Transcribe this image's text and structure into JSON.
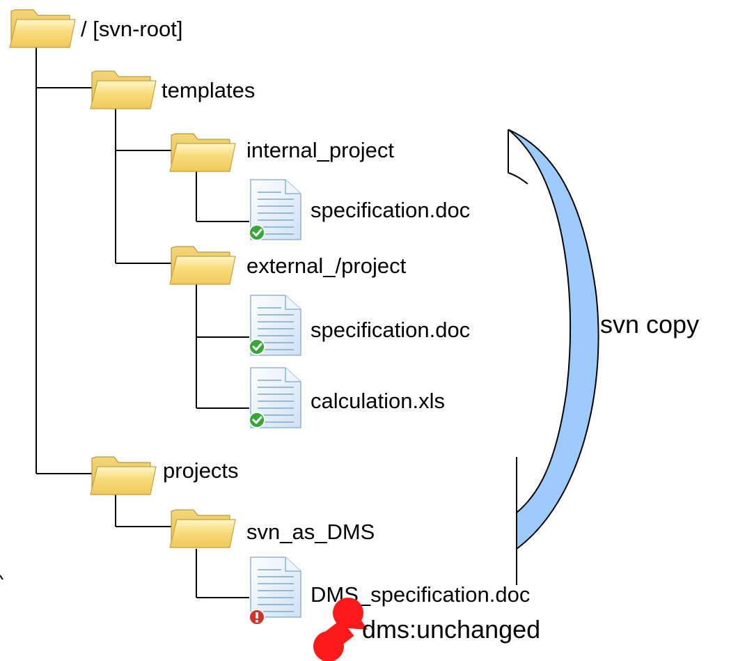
{
  "root": {
    "label": "/ [svn-root]"
  },
  "templates": {
    "label": "templates"
  },
  "internal_project": {
    "label": "internal_project"
  },
  "internal_spec": {
    "label": "specification.doc",
    "status": "ok"
  },
  "external_project": {
    "label": "external_/project"
  },
  "external_spec": {
    "label": "specification.doc",
    "status": "ok"
  },
  "external_calc": {
    "label": "calculation.xls",
    "status": "ok"
  },
  "projects": {
    "label": "projects"
  },
  "svn_as_dms": {
    "label": "svn_as_DMS"
  },
  "dms_spec": {
    "label": "DMS_specification.doc",
    "status": "warning"
  },
  "property": {
    "label": "dms:unchanged"
  },
  "copy_arrow": {
    "label": "svn copy"
  },
  "colors": {
    "folder": "#f6d46a",
    "folder_edge": "#b99a3a",
    "doc": "#e6f0f8",
    "doc_lines": "#7fa7cf",
    "arrow": "#9ecbff",
    "ok_badge": "#3aa63a",
    "warn_badge": "#d0342c",
    "pin": "#ff1a1a"
  },
  "icons": [
    "folder-icon",
    "document-icon",
    "check-badge-icon",
    "warning-badge-icon",
    "pushpin-icon"
  ]
}
